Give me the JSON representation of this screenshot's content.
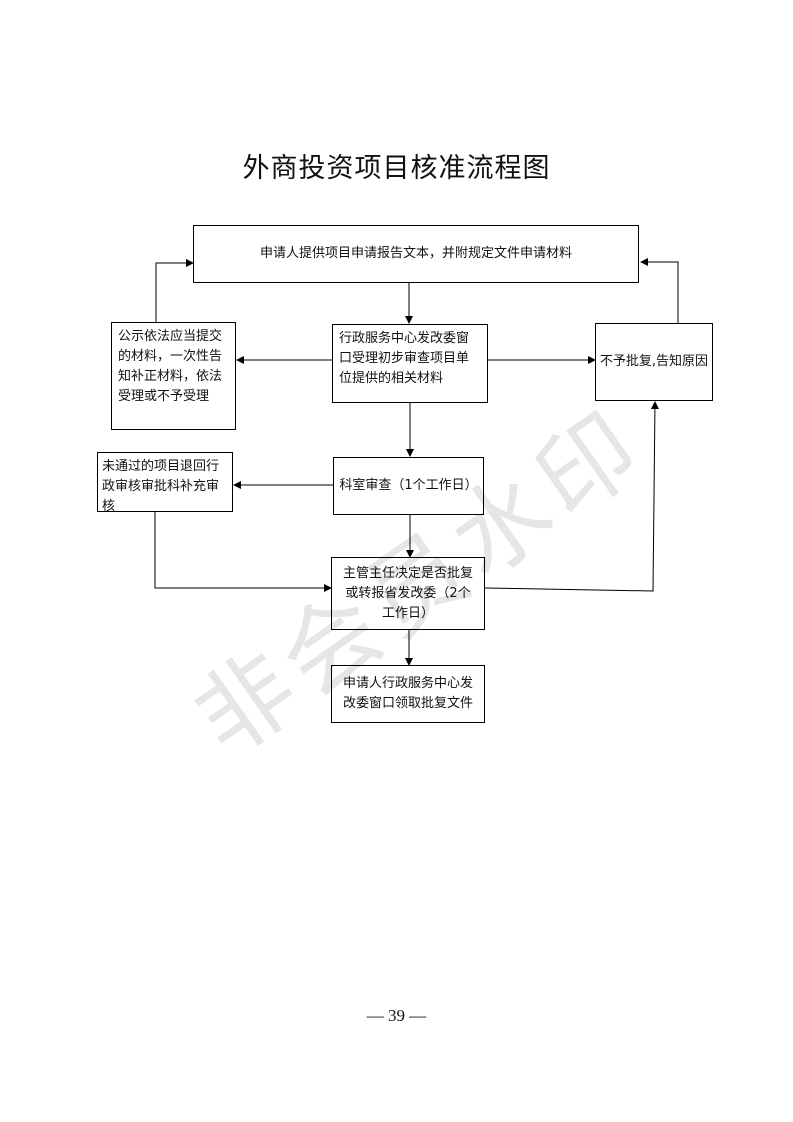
{
  "title": "外商投资项目核准流程图",
  "watermark": "非会员水印",
  "boxes": {
    "apply": "申请人提供项目申请报告文本，并附规定文件申请材料",
    "window": "行政服务中心发改委窗口受理初步审查项目单位提供的相关材料",
    "notice": "公示依法应当提交的材料，一次性告知补正材料，依法受理或不予受理",
    "reject": "不予批复,告知原因",
    "dept": "科室审查（1个工作日）",
    "return": "未通过的项目退回行政审核审批科补充审核",
    "director": "主管主任决定是否批复或转报省发改委（2个工作日）",
    "collect": "申请人行政服务中心发改委窗口领取批复文件"
  },
  "page_number": "—  39  —"
}
